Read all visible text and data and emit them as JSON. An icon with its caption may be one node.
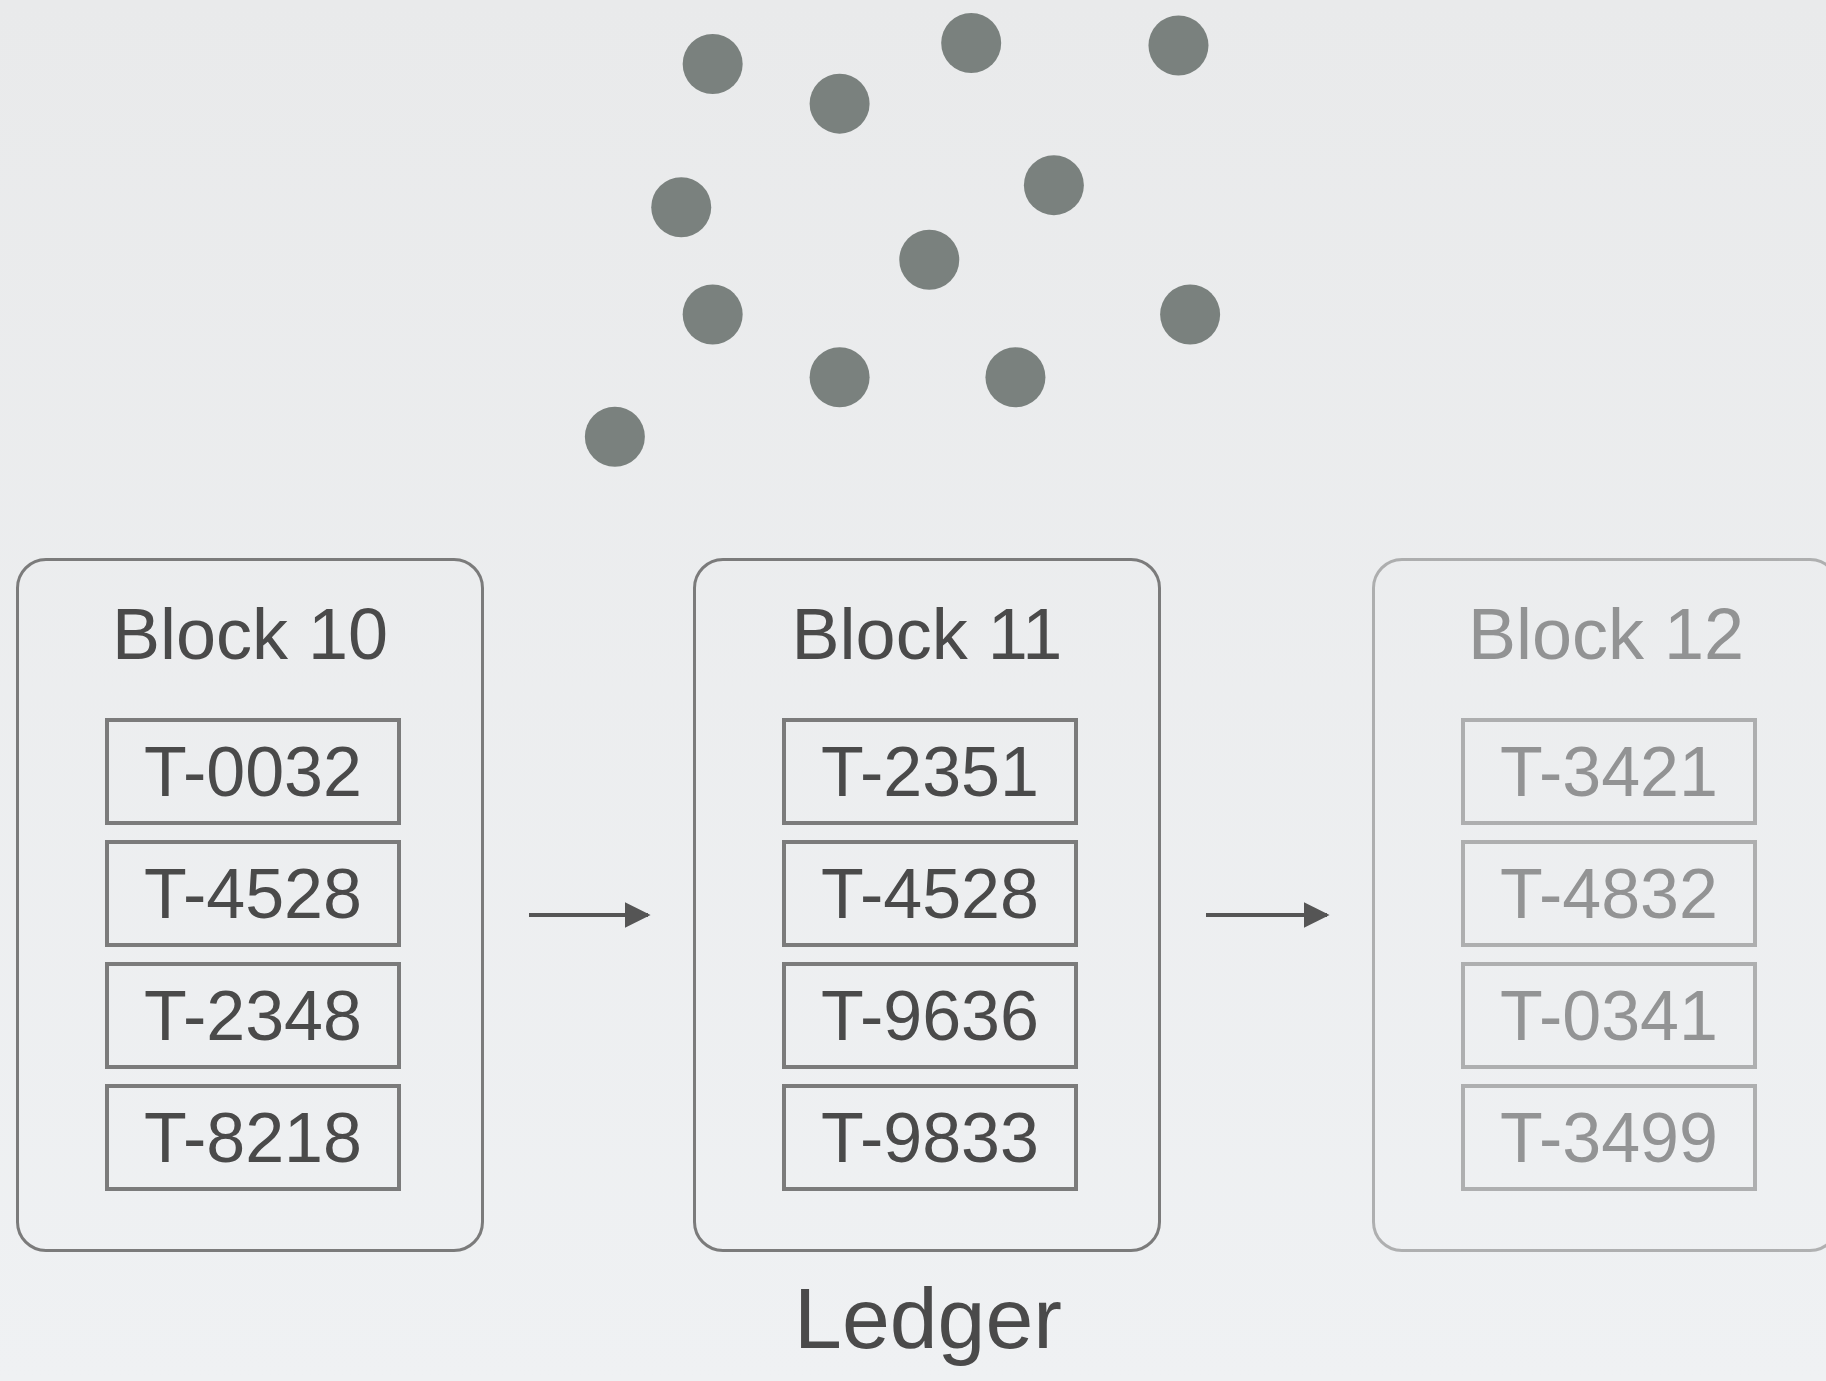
{
  "diagram": {
    "nodes": [
      {
        "text": [
          "Block 10"
        ]
      },
      {
        "text": [
          "T-0032"
        ],
        "in": 0
      },
      {
        "text": [
          "T-4528"
        ],
        "in": 0
      },
      {
        "text": [
          "T-2348"
        ],
        "in": 0
      },
      {
        "text": [
          "T-8218"
        ],
        "in": 0
      },
      {
        "text": [
          "Block 11"
        ]
      },
      {
        "text": [
          "T-2351"
        ],
        "in": 5
      },
      {
        "text": [
          "T-4528"
        ],
        "in": 5
      },
      {
        "text": [
          "T-9636"
        ],
        "in": 5
      },
      {
        "text": [
          "T-9833"
        ],
        "in": 5
      },
      {
        "text": [
          "Block 12"
        ]
      },
      {
        "text": [
          "T-3421"
        ],
        "in": 10
      },
      {
        "text": [
          "T-4832"
        ],
        "in": 10
      },
      {
        "text": [
          "T-0341"
        ],
        "in": 10
      },
      {
        "text": [
          "T-3499"
        ],
        "in": 10
      }
    ],
    "edges": [
      {
        "from": 0,
        "to": 5,
        "arrow": "to"
      },
      {
        "from": 5,
        "to": 10,
        "arrow": "to"
      }
    ],
    "labels": [
      "Ledger"
    ]
  }
}
